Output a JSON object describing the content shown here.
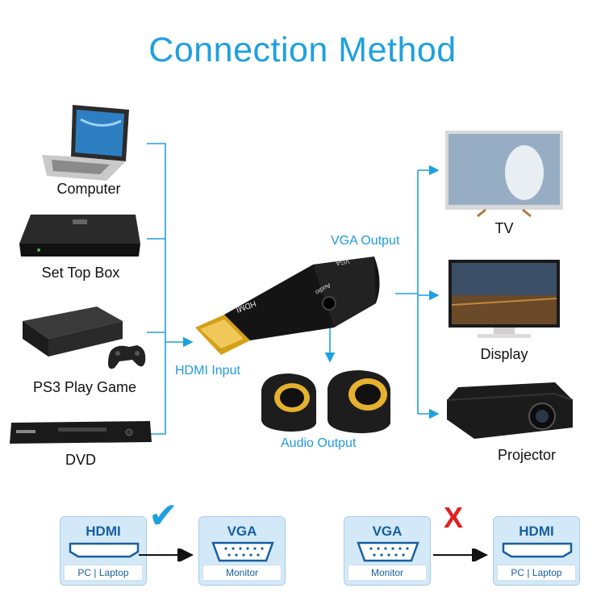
{
  "title": "Connection Method",
  "sources": [
    {
      "label": "Computer",
      "icon": "laptop-icon"
    },
    {
      "label": "Set Top Box",
      "icon": "set-top-box-icon"
    },
    {
      "label": "PS3 Play Game",
      "icon": "game-console-icon"
    },
    {
      "label": "DVD",
      "icon": "dvd-player-icon"
    }
  ],
  "outputs": [
    {
      "label": "TV",
      "icon": "tv-icon"
    },
    {
      "label": "Display",
      "icon": "monitor-icon"
    },
    {
      "label": "Projector",
      "icon": "projector-icon"
    }
  ],
  "adapter": {
    "text_main": "HDMI",
    "text_vga": "VGA",
    "text_audio": "Audio"
  },
  "connectors": {
    "vga_output": "VGA Output",
    "hdmi_input": "HDMI Input",
    "audio_output": "Audio Output"
  },
  "compatibility": [
    {
      "from": {
        "title": "HDMI",
        "sub": "PC | Laptop"
      },
      "to": {
        "title": "VGA",
        "sub": "Monitor"
      },
      "mark": "✔",
      "supported": true
    },
    {
      "from": {
        "title": "VGA",
        "sub": "Monitor"
      },
      "to": {
        "title": "HDMI",
        "sub": "PC | Laptop"
      },
      "mark": "X",
      "supported": false
    }
  ],
  "colors": {
    "accent": "#1ea0e0",
    "box_bg": "#d3e9f8",
    "box_text": "#1660a0",
    "cross": "#e02020"
  }
}
